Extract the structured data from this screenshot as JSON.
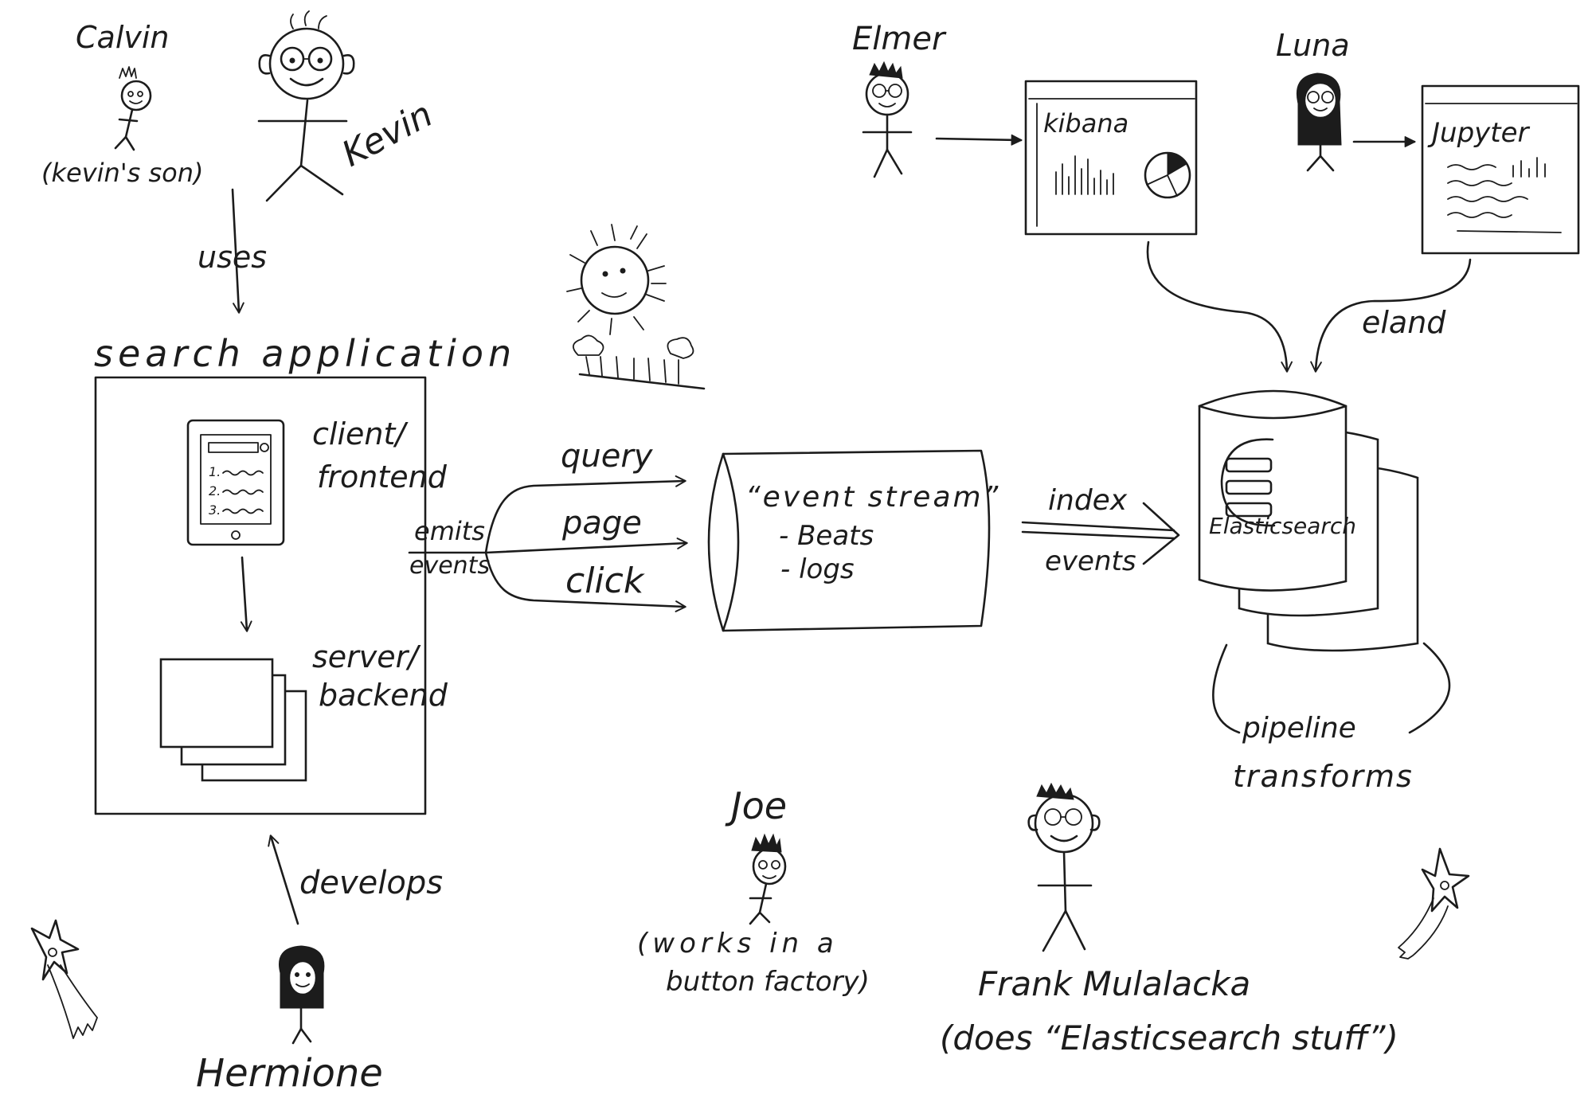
{
  "people": {
    "calvin": {
      "name": "Calvin",
      "note": "(kevin's son)"
    },
    "kevin": {
      "name": "Kevin"
    },
    "elmer": {
      "name": "Elmer"
    },
    "luna": {
      "name": "Luna"
    },
    "hermione": {
      "name": "Hermione"
    },
    "joe": {
      "name": "Joe",
      "note_line1": "(works in a",
      "note_line2": "button factory)"
    },
    "frank": {
      "name": "Frank Mulalacka",
      "note": "(does “Elasticsearch stuff”)"
    }
  },
  "labels": {
    "uses": "uses",
    "develops": "develops",
    "eland": "eland",
    "emits_line1": "emits",
    "emits_line2": "events",
    "index_line1": "index",
    "index_line2": "events",
    "query": "query",
    "page": "page",
    "click": "click"
  },
  "search_app": {
    "title": "search application",
    "client_line1": "client/",
    "client_line2": "frontend",
    "server_line1": "server/",
    "server_line2": "backend",
    "list_numbers": [
      "1.",
      "2.",
      "3."
    ]
  },
  "event_stream": {
    "title": "“event stream”",
    "items": [
      "- Beats",
      "- logs"
    ]
  },
  "elasticsearch": {
    "label": "Elasticsearch"
  },
  "pipeline": {
    "line1": "pipeline",
    "line2": "transforms"
  },
  "kibana": {
    "label": "kibana"
  },
  "jupyter": {
    "label": "Jupyter"
  }
}
